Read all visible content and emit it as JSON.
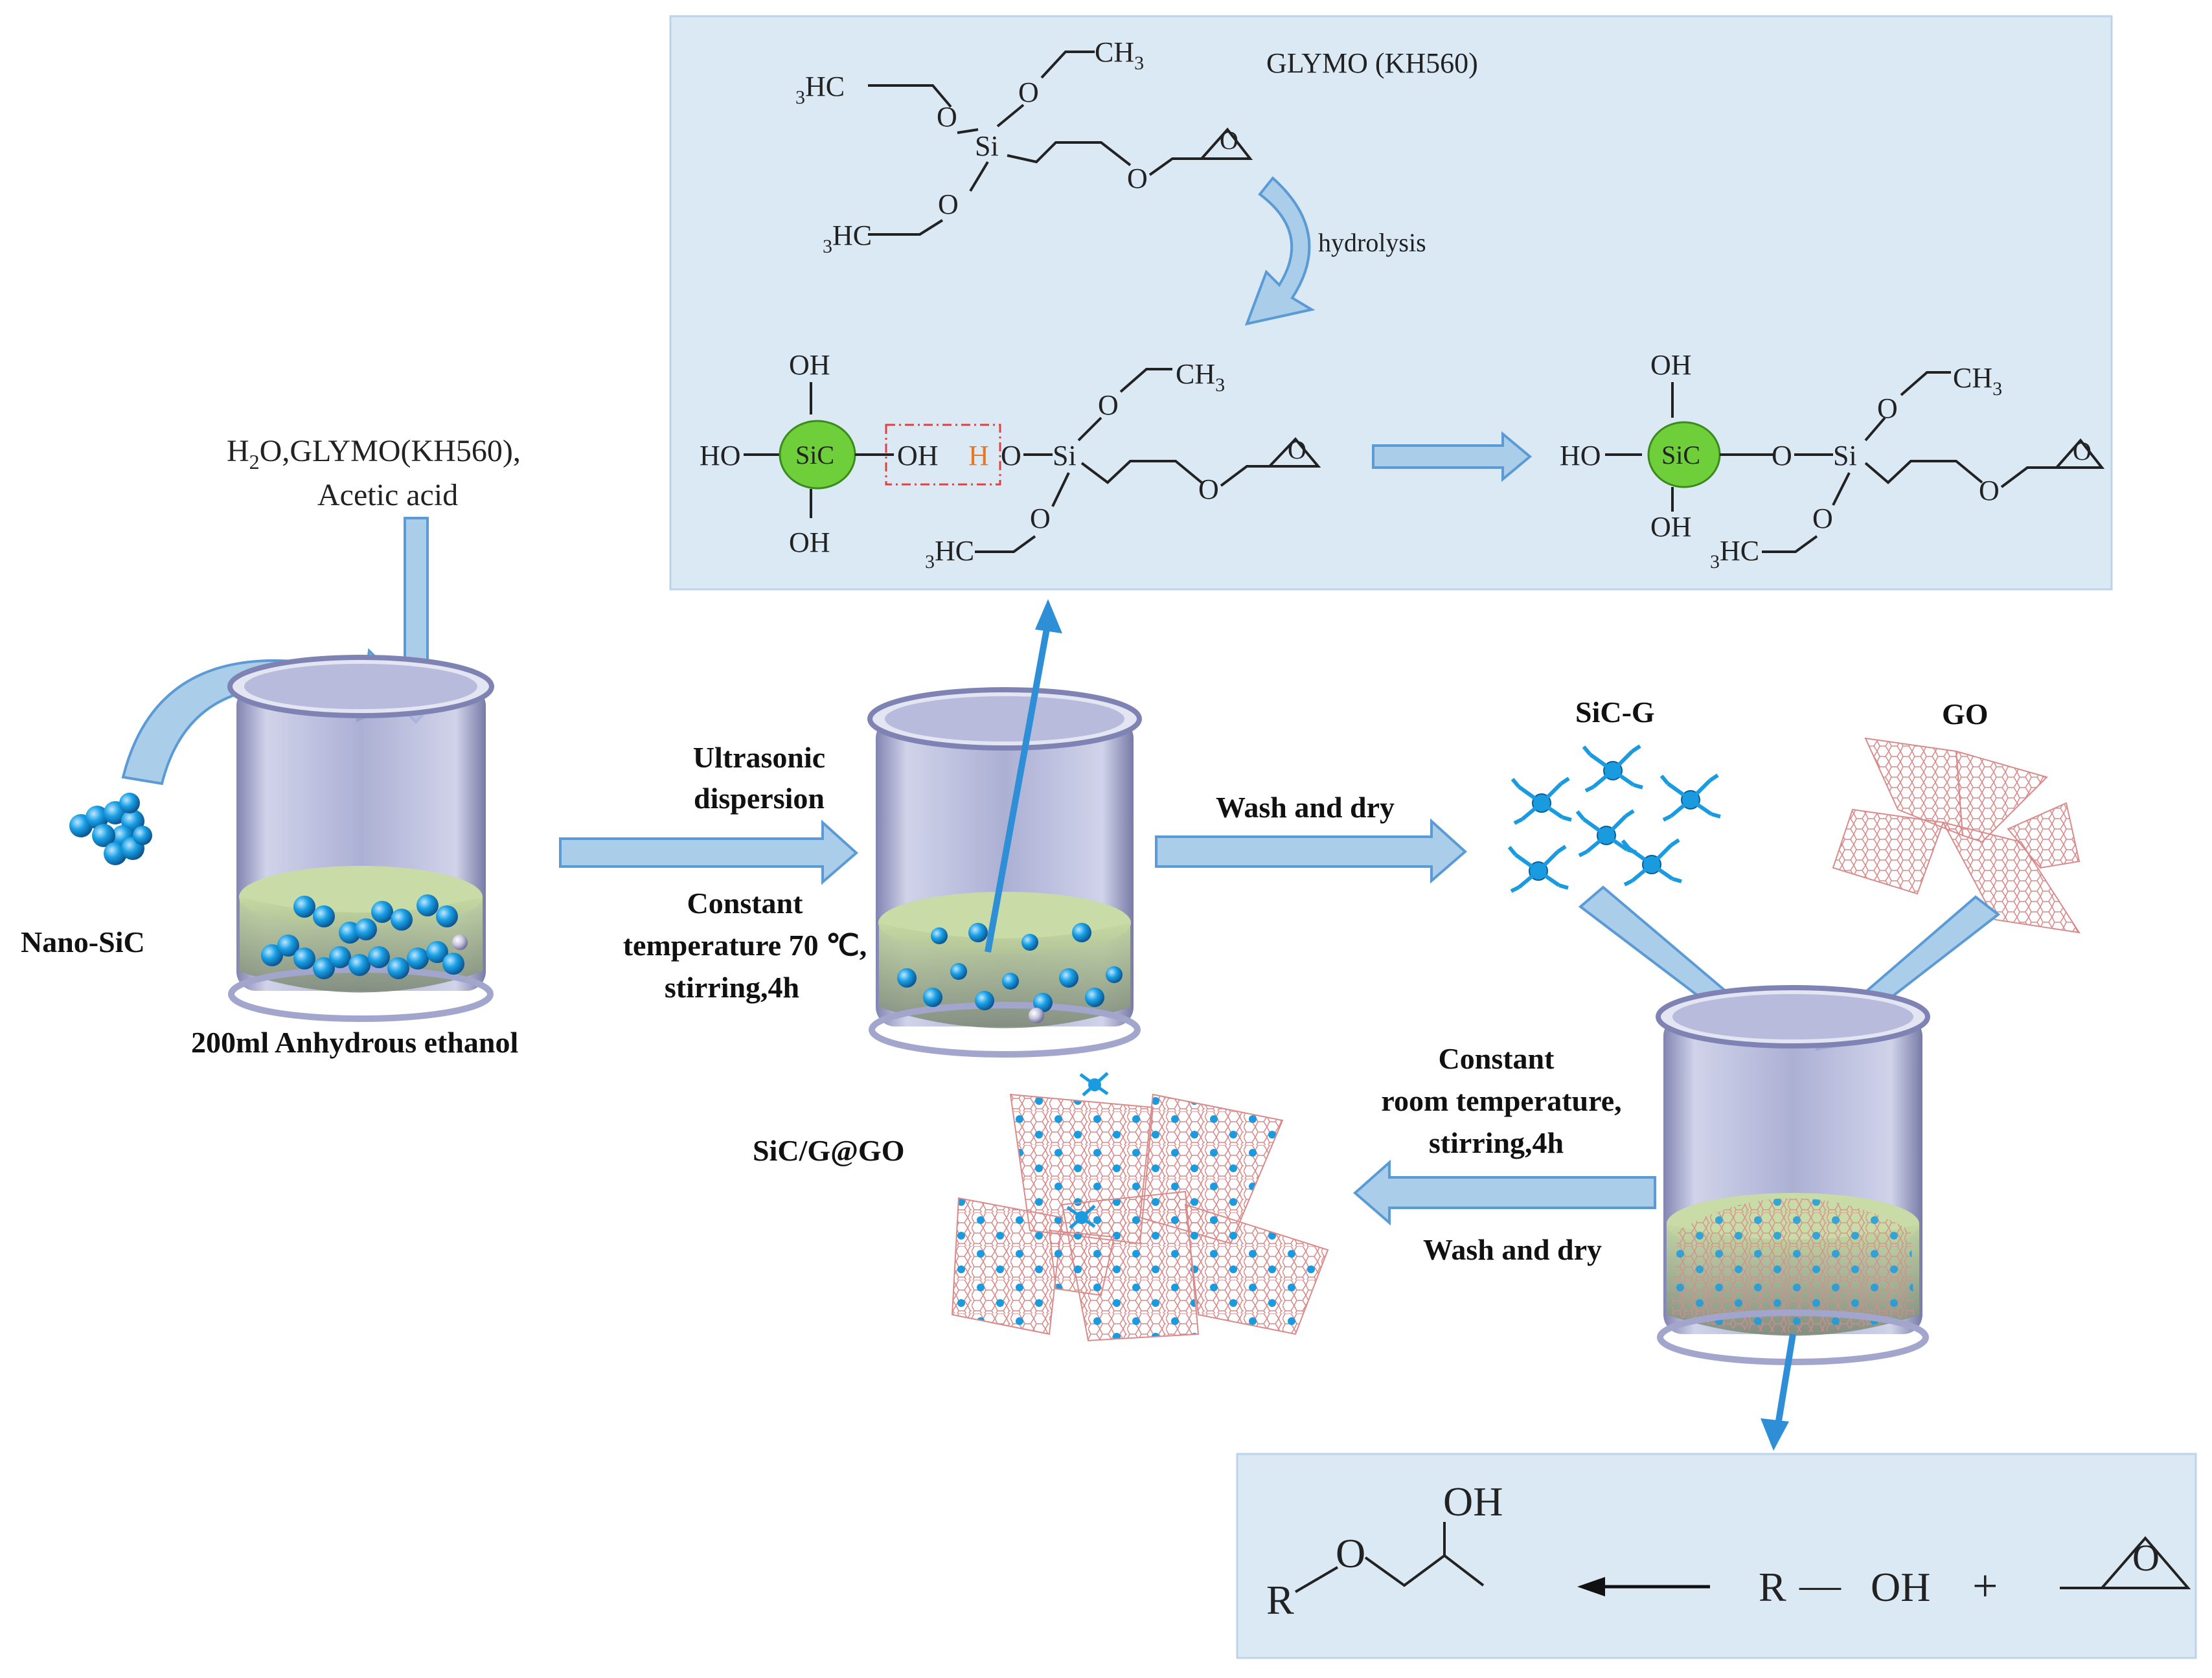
{
  "labels": {
    "nano_sic": "Nano-SiC",
    "reagents_line1": "H",
    "reagents_sub": "2",
    "reagents_line1_rest": "O,GLYMO(KH560),",
    "reagents_line2": "Acetic acid",
    "beaker1": "200ml Anhydrous ethanol",
    "step1_top_1": "Ultrasonic",
    "step1_top_2": "dispersion",
    "step1_bot_1": "Constant",
    "step1_bot_2": "temperature 70 ℃,",
    "step1_bot_3": "stirring,4h",
    "step2": "Wash and dry",
    "sicg": "SiC-G",
    "go": "GO",
    "step3_top_1": "Constant",
    "step3_top_2": "room temperature,",
    "step3_top_3": "stirring,4h",
    "step3_bot": "Wash and dry",
    "product": "SiC/G@GO"
  },
  "top_panel": {
    "glymo_name": "GLYMO (KH560)",
    "hydrolysis": "hydrolysis",
    "ch3": "CH",
    "ch3_sub": "3",
    "h3c_sub": "3",
    "h3c": "HC",
    "o": "O",
    "si": "Si",
    "sic": "SiC",
    "oh": "OH",
    "ho": "HO",
    "h_highlight": "H",
    "h_highlight_color": "#e87722"
  },
  "bottom_panel": {
    "r": "R",
    "o": "O",
    "oh": "OH",
    "dash": "—",
    "plus": "+"
  },
  "colors": {
    "panel_bg": "#dbe9f5",
    "arrow_fill": "#aacdea",
    "arrow_stroke": "#5b9bd5",
    "sic_green": "#6fcf3a",
    "line_blue": "#2e8fd6",
    "particle_blue": "#1f6fd1",
    "go_pink": "#e8a0a0"
  }
}
